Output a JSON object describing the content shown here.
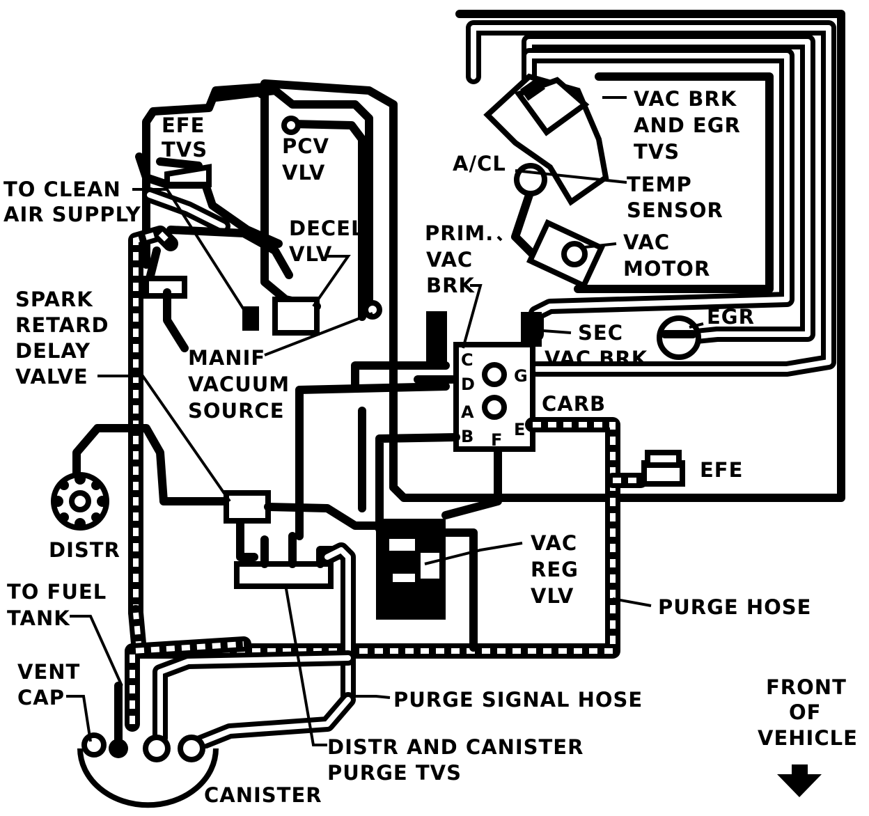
{
  "labels": {
    "efe_tvs": [
      "EFE",
      "TVS"
    ],
    "pcv_vlv": [
      "PCV",
      "VLV"
    ],
    "to_clean_air_supply": [
      "TO CLEAN",
      "AIR SUPPLY"
    ],
    "decel_vlv": [
      "DECEL",
      "VLV"
    ],
    "spark_retard_delay_valve": [
      "SPARK",
      "RETARD",
      "DELAY",
      "VALVE"
    ],
    "manif_vacuum_source": [
      "MANIF",
      "VACUUM",
      "SOURCE"
    ],
    "vac_brk_egr_tvs": [
      "VAC BRK",
      "AND EGR",
      "TVS"
    ],
    "a_cl": "A/CL",
    "temp_sensor": [
      "TEMP",
      "SENSOR"
    ],
    "prim_vac_brk": [
      "PRIM.",
      "VAC",
      "BRK"
    ],
    "vac_motor": [
      "VAC",
      "MOTOR"
    ],
    "sec_vac_brk": [
      "SEC",
      "VAC BRK"
    ],
    "egr": "EGR",
    "card": "CARB",
    "efe": "EFE",
    "distr": "DISTR",
    "vac_reg_vlv": [
      "VAC",
      "REG",
      "VLV"
    ],
    "to_fuel_tank": [
      "TO FUEL",
      "TANK"
    ],
    "purge_hose": "PURGE HOSE",
    "vent_cap": [
      "VENT",
      "CAP"
    ],
    "purge_signal_hose": "PURGE SIGNAL HOSE",
    "front_of_vehicle": [
      "FRONT",
      "OF",
      "VEHICLE"
    ],
    "distr_and_canister_purge_tvs": [
      "DISTR AND CANISTER",
      "PURGE TVS"
    ],
    "canister": "CANISTER"
  },
  "ports": {
    "c": "C",
    "d": "D",
    "a": "A",
    "g": "G",
    "e": "E",
    "f": "F",
    "b": "B"
  }
}
